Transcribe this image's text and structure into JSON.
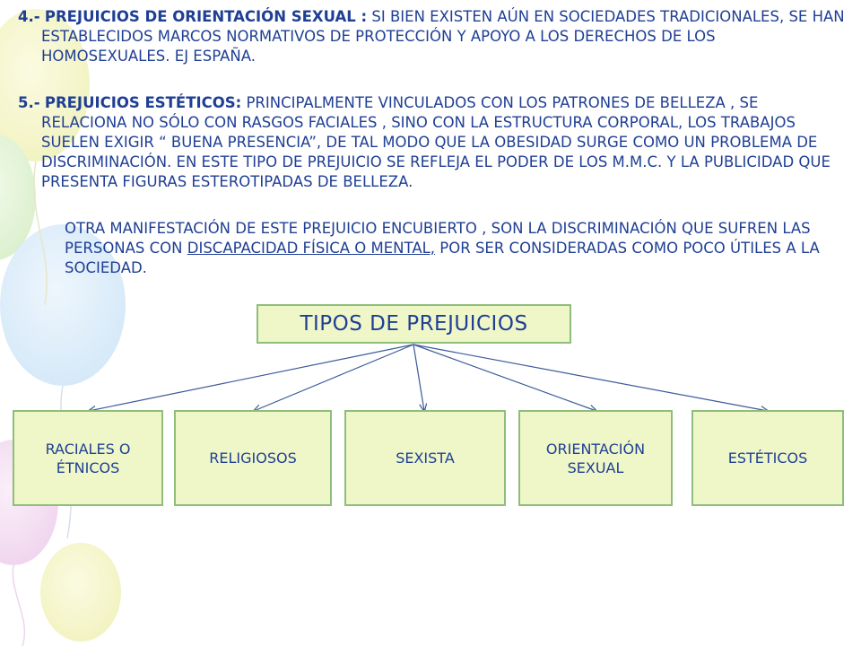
{
  "items": [
    {
      "number": "4.-",
      "heading": "PREJUICIOS DE ORIENTACIÓN SEXUAL :",
      "text": "SI BIEN EXISTEN AÚN EN SOCIEDADES TRADICIONALES, SE HAN ESTABLECIDOS MARCOS NORMATIVOS DE PROTECCIÓN Y APOYO A LOS DERECHOS DE LOS HOMOSEXUALES. EJ ESPAÑA."
    },
    {
      "number": "5.-",
      "heading": "PREJUICIOS ESTÉTICOS:",
      "text": "PRINCIPALMENTE VINCULADOS CON LOS PATRONES DE BELLEZA , SE RELACIONA NO SÓLO CON RASGOS FACIALES , SINO CON LA ESTRUCTURA CORPORAL, LOS TRABAJOS SUELEN EXIGIR “ BUENA PRESENCIA”, DE TAL MODO QUE LA OBESIDAD SURGE COMO UN PROBLEMA DE DISCRIMINACIÓN. EN ESTE TIPO DE PREJUICIO SE REFLEJA EL PODER DE LOS M.M.C. Y LA PUBLICIDAD QUE PRESENTA FIGURAS ESTEROTIPADAS DE BELLEZA."
    }
  ],
  "continuation": {
    "before": "OTRA MANIFESTACIÓN DE ESTE PREJUICIO ENCUBIERTO , SON LA DISCRIMINACIÓN QUE SUFREN LAS PERSONAS CON ",
    "underlined": "DISCAPACIDAD FÍSICA O MENTAL,",
    "after": " POR SER CONSIDERADAS COMO POCO ÚTILES A LA SOCIEDAD."
  },
  "diagram": {
    "root": "TIPOS DE PREJUICIOS",
    "children": [
      "RACIALES O ÉTNICOS",
      "RELIGIOSOS",
      "SEXISTA",
      "ORIENTACIÓN SEXUAL",
      "ESTÉTICOS"
    ]
  },
  "colors": {
    "text": "#1f3f94",
    "box_fill": "#eff7c8",
    "box_border": "#8fbe7a",
    "connector": "#3d5a9a"
  }
}
